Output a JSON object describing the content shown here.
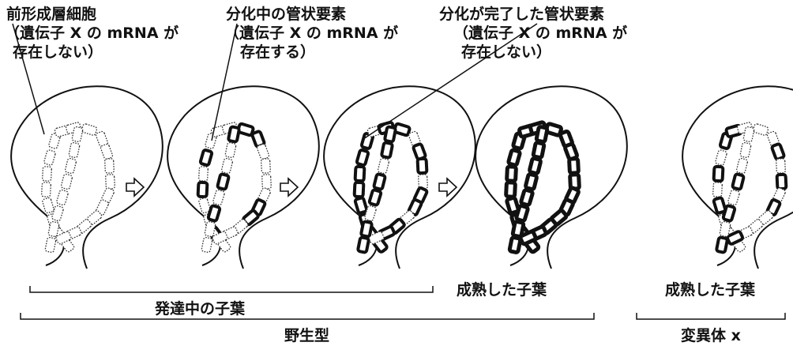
{
  "labels": {
    "procambium": {
      "title": "前形成層細胞",
      "note_line1": "（遺伝子 X の mRNA が",
      "note_line2": "存在しない）"
    },
    "differentiating": {
      "title": "分化中の管状要素",
      "note_line1": "（遺伝子 X の mRNA が",
      "note_line2": "存在する）"
    },
    "differentiated": {
      "title": "分化が完了した管状要素",
      "note_line1": "（遺伝子 X の mRNA が",
      "note_line2": "存在しない）"
    }
  },
  "bottom": {
    "mature_wt": "成熟した子葉",
    "developing": "発達中の子葉",
    "mature_mut": "成熟した子葉",
    "wild_type": "野生型",
    "mutant": "変異体 x"
  },
  "colors": {
    "ink": "#111111",
    "dotted_cell": "#333333",
    "background": "#ffffff"
  }
}
